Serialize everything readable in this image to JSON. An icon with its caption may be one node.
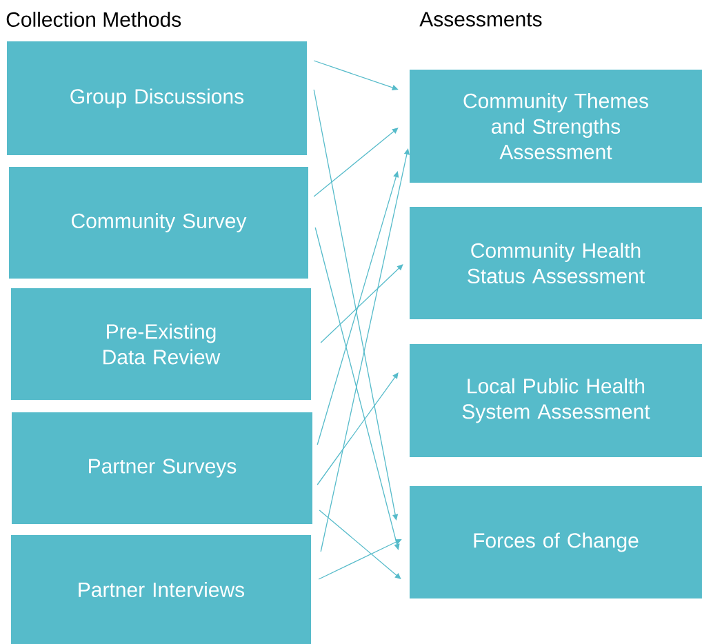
{
  "diagram": {
    "nodes": [
      {
        "text": [
          "Group Discussions"
        ]
      },
      {
        "text": [
          "Community Survey"
        ]
      },
      {
        "text": [
          "Pre-Existing Data Review"
        ]
      },
      {
        "text": [
          "Partner Surveys"
        ]
      },
      {
        "text": [
          "Partner Interviews"
        ]
      },
      {
        "text": [
          "Community Themes and Strengths Assessment"
        ]
      },
      {
        "text": [
          "Community Health Status Assessment"
        ]
      },
      {
        "text": [
          "Local Public Health System Assessment"
        ]
      },
      {
        "text": [
          "Forces of Change"
        ]
      }
    ],
    "edges": [
      {
        "from": 0,
        "to": 5,
        "arrow": "to"
      },
      {
        "from": 0,
        "to": 8,
        "arrow": "to"
      },
      {
        "from": 1,
        "to": 5,
        "arrow": "to"
      },
      {
        "from": 1,
        "to": 8,
        "arrow": "to"
      },
      {
        "from": 2,
        "to": 6,
        "arrow": "to"
      },
      {
        "from": 3,
        "to": 5,
        "arrow": "to"
      },
      {
        "from": 3,
        "to": 7,
        "arrow": "to"
      },
      {
        "from": 3,
        "to": 8,
        "arrow": "to"
      },
      {
        "from": 4,
        "to": 5,
        "arrow": "to"
      },
      {
        "from": 4,
        "to": 8,
        "arrow": "to"
      }
    ],
    "labels": [
      "Collection Methods",
      "Assessments"
    ]
  }
}
